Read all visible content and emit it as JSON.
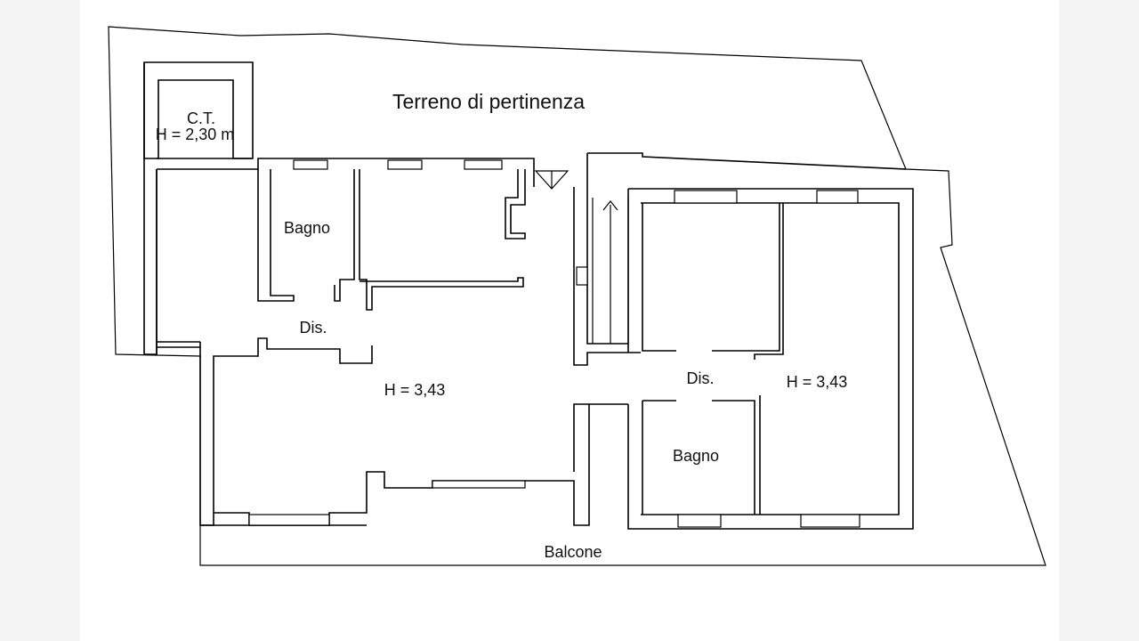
{
  "floorplan": {
    "title": "Terreno di pertinenza",
    "labels": {
      "ct_name": "C.T.",
      "ct_height": "H = 2,30 m",
      "bagno_left": "Bagno",
      "dis_left": "Dis.",
      "height_left": "H = 3,43",
      "dis_right": "Dis.",
      "height_right": "H = 3,43",
      "bagno_right": "Bagno",
      "balcone": "Balcone"
    }
  }
}
